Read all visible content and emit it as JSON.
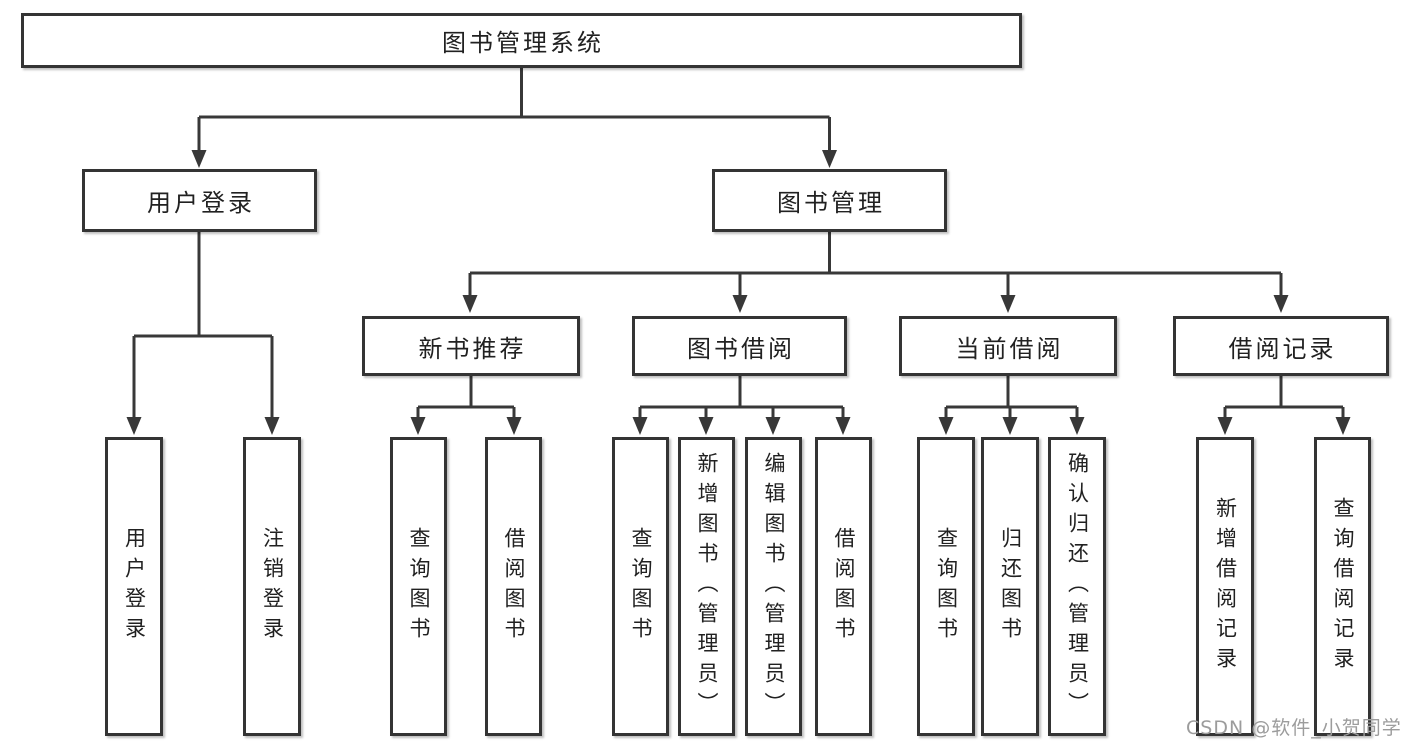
{
  "diagram": {
    "title": "图书管理系统",
    "root": {
      "label": "图书管理系统"
    },
    "branches": [
      {
        "label": "用户登录",
        "children": [
          {
            "label": "用户登录"
          },
          {
            "label": "注销登录"
          }
        ]
      },
      {
        "label": "图书管理",
        "groups": [
          {
            "label": "新书推荐",
            "children": [
              {
                "label": "查询图书"
              },
              {
                "label": "借阅图书"
              }
            ]
          },
          {
            "label": "图书借阅",
            "children": [
              {
                "label": "查询图书"
              },
              {
                "label": "新增图书（管理员）"
              },
              {
                "label": "编辑图书（管理员）"
              },
              {
                "label": "借阅图书"
              }
            ]
          },
          {
            "label": "当前借阅",
            "children": [
              {
                "label": "查询图书"
              },
              {
                "label": "归还图书"
              },
              {
                "label": "确认归还（管理员）"
              }
            ]
          },
          {
            "label": "借阅记录",
            "children": [
              {
                "label": "新增借阅记录"
              },
              {
                "label": "查询借阅记录"
              }
            ]
          }
        ]
      }
    ],
    "line_color": "#383838",
    "border_color": "#343434",
    "text_color": "#212121"
  },
  "watermark": {
    "text": "CSDN @软件_小贺同学",
    "color": "#9c9c9c"
  }
}
